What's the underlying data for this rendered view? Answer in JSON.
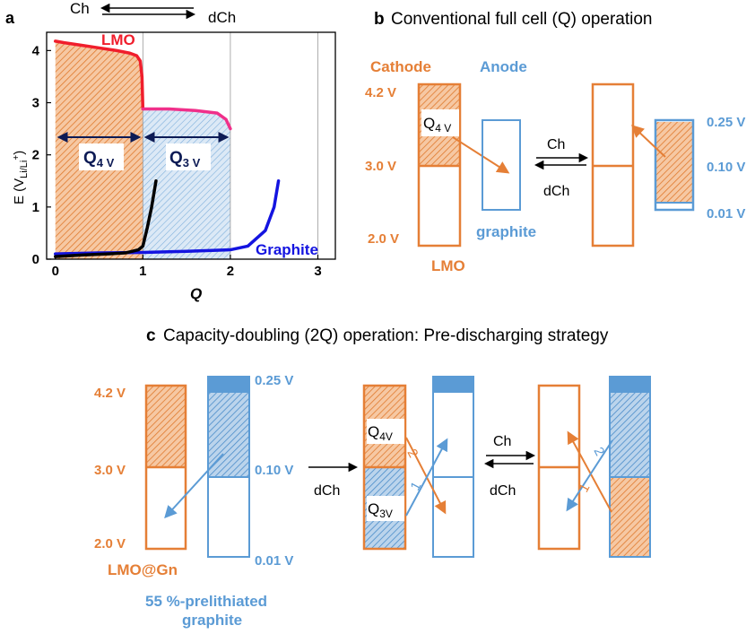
{
  "colors": {
    "cathode": "#E57F36",
    "anode": "#5B9BD5",
    "lmo_curve": "#F01E2C",
    "q3_curve": "#F0308A",
    "graphite_curve": "#1414E0",
    "black_curve": "#000000",
    "arrow_navy": "#0D1B55"
  },
  "panel_a": {
    "label": "a",
    "top_arrows": {
      "left": "Ch",
      "right": "dCh"
    },
    "y_axis_label": "E (V",
    "y_axis_sub": "Li/Li",
    "y_axis_sup": "+",
    "y_axis_close": ")",
    "x_axis_label": "Q",
    "x_ticks": [
      "0",
      "1",
      "2",
      "3"
    ],
    "y_ticks": [
      "0",
      "1",
      "2",
      "3",
      "4"
    ],
    "lmo_label": "LMO",
    "graphite_label": "Graphite",
    "q4_main": "Q",
    "q4_sub": "4 V",
    "q3_main": "Q",
    "q3_sub": "3 V"
  },
  "chart_data": {
    "type": "line",
    "xlabel": "Q",
    "ylabel": "E (V Li/Li+)",
    "xlim": [
      -0.1,
      3.2
    ],
    "ylim": [
      0,
      4.35
    ],
    "grid": "vertical lines at 1, 2, 3",
    "series": [
      {
        "name": "LMO",
        "x": [
          0,
          0.1,
          0.3,
          0.5,
          0.7,
          0.85,
          0.93,
          0.97,
          0.99,
          1.0
        ],
        "y": [
          4.18,
          4.15,
          4.1,
          4.05,
          4.0,
          3.95,
          3.9,
          3.8,
          3.5,
          2.88
        ]
      },
      {
        "name": "",
        "x": [
          1.0,
          1.3,
          1.6,
          1.85,
          1.95,
          2.0
        ],
        "y": [
          2.88,
          2.88,
          2.85,
          2.8,
          2.68,
          2.5
        ]
      },
      {
        "name": "Graphite",
        "x": [
          0,
          0.5,
          1.0,
          1.5,
          2.0,
          2.2,
          2.4,
          2.5,
          2.55
        ],
        "y": [
          0.1,
          0.12,
          0.13,
          0.15,
          0.18,
          0.25,
          0.55,
          1.0,
          1.5
        ]
      },
      {
        "name": "",
        "x": [
          0,
          0.3,
          0.6,
          0.8,
          0.95,
          1.0,
          1.05,
          1.1,
          1.15
        ],
        "y": [
          0.05,
          0.08,
          0.1,
          0.12,
          0.18,
          0.25,
          0.6,
          1.0,
          1.5
        ]
      }
    ]
  },
  "panel_b": {
    "label": "b",
    "title": "Conventional full cell (Q) operation",
    "cathode": "Cathode",
    "anode": "Anode",
    "v42": "4.2 V",
    "v30": "3.0 V",
    "v20": "2.0 V",
    "q4_main": "Q",
    "q4_sub": "4 V",
    "graphite": "graphite",
    "lmo": "LMO",
    "ch": "Ch",
    "dch": "dCh",
    "v025": "0.25 V",
    "v010": "0.10 V",
    "v001": "0.01 V"
  },
  "panel_c": {
    "label": "c",
    "title": "Capacity-doubling (2Q) operation: Pre-discharging strategy",
    "v42": "4.2 V",
    "v30": "3.0 V",
    "v20": "2.0 V",
    "v025": "0.25 V",
    "v010": "0.10 V",
    "v001": "0.01 V",
    "lmo_gn": "LMO@Gn",
    "prelith_line1": "55 %-prelithiated",
    "prelith_line2": "graphite",
    "dch1": "dCh",
    "q4_main": "Q",
    "q4_sub": "4V",
    "q3_main": "Q",
    "q3_sub": "3V",
    "num2": "2",
    "num1": "1",
    "ch": "Ch",
    "dch2": "dCh",
    "num2b": "2",
    "num1b": "1"
  }
}
